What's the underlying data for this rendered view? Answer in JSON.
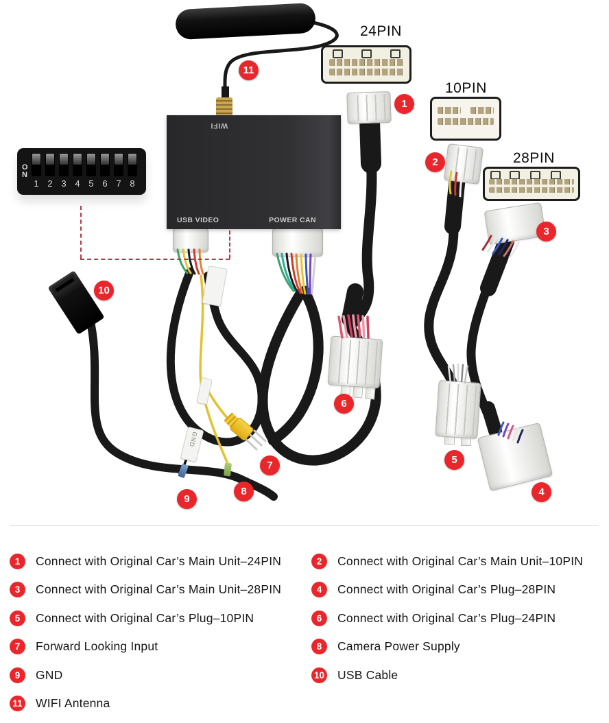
{
  "diagram": {
    "labels": {
      "pin24": "24PIN",
      "pin10": "10PIN",
      "pin28": "28PIN"
    },
    "device": {
      "wifi": "WIFI",
      "usb_video": "USB VIDEO",
      "power_can": "POWER CAN"
    },
    "dip_switch": {
      "on": "ON",
      "numbers": [
        "1",
        "2",
        "3",
        "4",
        "5",
        "6",
        "7",
        "8"
      ]
    },
    "wire_labels": {
      "gnd": "GND"
    },
    "markers": {
      "m1": "1",
      "m2": "2",
      "m3": "3",
      "m4": "4",
      "m5": "5",
      "m6": "6",
      "m7": "7",
      "m8": "8",
      "m9": "9",
      "m10": "10",
      "m11": "11"
    }
  },
  "legend": {
    "items": [
      {
        "num": "1",
        "label": "Connect with Original Car’s Main Unit–24PIN"
      },
      {
        "num": "2",
        "label": "Connect with Original Car’s Main Unit–10PIN"
      },
      {
        "num": "3",
        "label": "Connect with Original Car’s Main Unit–28PIN"
      },
      {
        "num": "4",
        "label": "Connect with Original Car’s Plug–28PIN"
      },
      {
        "num": "5",
        "label": "Connect with Original Car’s Plug–10PIN"
      },
      {
        "num": "6",
        "label": "Connect with Original Car’s Plug–24PIN"
      },
      {
        "num": "7",
        "label": "Forward Looking Input"
      },
      {
        "num": "8",
        "label": "Camera Power Supply"
      },
      {
        "num": "9",
        "label": "GND"
      },
      {
        "num": "10",
        "label": "USB Cable"
      },
      {
        "num": "11",
        "label": "WIFI Antenna"
      }
    ]
  },
  "colors": {
    "marker_red": "#e9262b",
    "dash_red": "#bb3344",
    "harness_black": "#191919"
  }
}
